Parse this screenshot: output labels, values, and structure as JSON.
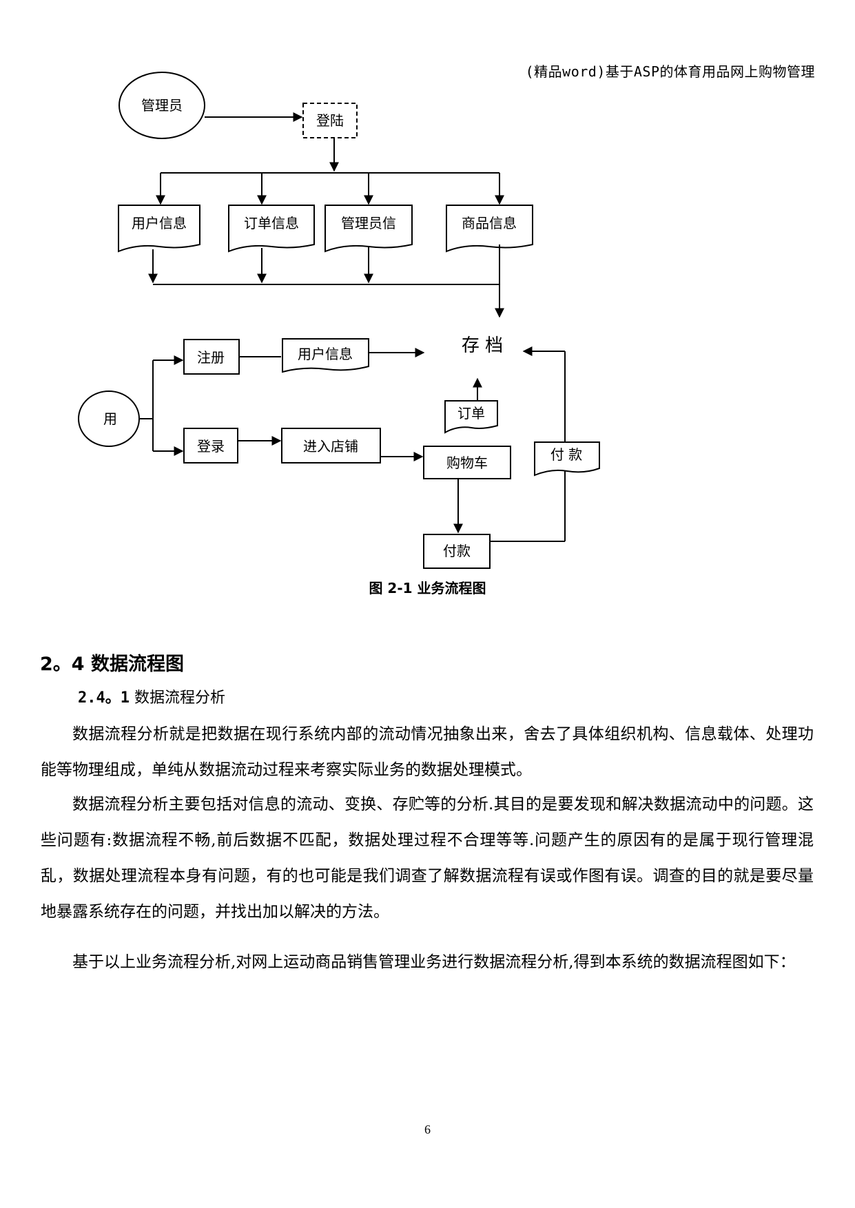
{
  "header": {
    "running_title": "(精品word)基于ASP的体育用品网上购物管理"
  },
  "figure": {
    "caption": "图 2-1 业务流程图",
    "nodes": {
      "admin": "管理员",
      "login_admin": "登陆",
      "user_info": "用户信息",
      "order_info": "订单信息",
      "admin_info": "管理员信",
      "goods_info": "商品信息",
      "archive": "存 档",
      "user": "用",
      "register": "注册",
      "user_info_2": "用户信息",
      "login_user": "登录",
      "enter_shop": "进入店铺",
      "cart": "购物车",
      "order": "订单",
      "payment_doc": "付 款",
      "payment": "付款"
    }
  },
  "section": {
    "heading": "2。4 数据流程图",
    "subsection_number": "2.4。1",
    "subsection_title": "数据流程分析",
    "paragraphs": [
      "数据流程分析就是把数据在现行系统内部的流动情况抽象出来，舍去了具体组织机构、信息载体、处理功能等物理组成，单纯从数据流动过程来考察实际业务的数据处理模式。",
      "数据流程分析主要包括对信息的流动、变换、存贮等的分析.其目的是要发现和解决数据流动中的问题。这些问题有:数据流程不畅,前后数据不匹配，数据处理过程不合理等等.问题产生的原因有的是属于现行管理混乱，数据处理流程本身有问题，有的也可能是我们调查了解数据流程有误或作图有误。调查的目的就是要尽量地暴露系统存在的问题，并找出加以解决的方法。",
      "基于以上业务流程分析,对网上运动商品销售管理业务进行数据流程分析,得到本系统的数据流程图如下："
    ]
  },
  "footer": {
    "page_number": "6"
  }
}
